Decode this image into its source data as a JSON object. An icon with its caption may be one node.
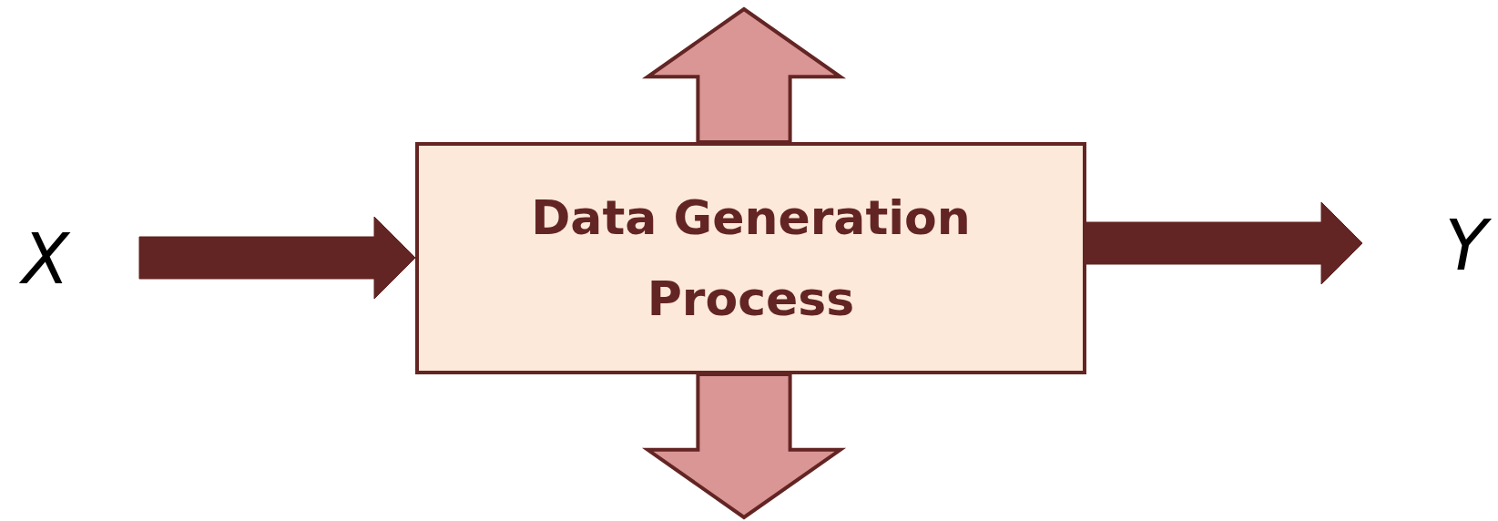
{
  "diagram": {
    "nodes": [
      {
        "text": [
          "X"
        ]
      },
      {
        "text": [
          "Data Generation Process"
        ]
      },
      {
        "text": [
          "Y"
        ]
      }
    ],
    "edges": [
      {
        "from": 0,
        "to": 1,
        "arrow": "to",
        "style": "thick",
        "color": "#632523"
      },
      {
        "from": 1,
        "to": 2,
        "arrow": "to",
        "style": "thick",
        "color": "#632523"
      },
      {
        "from": 1,
        "to": null,
        "arrow": "to",
        "style": "thick",
        "color": "#d99694"
      },
      {
        "from": 1,
        "to": null,
        "arrow": "to",
        "style": "thick",
        "color": "#d99694"
      }
    ]
  }
}
